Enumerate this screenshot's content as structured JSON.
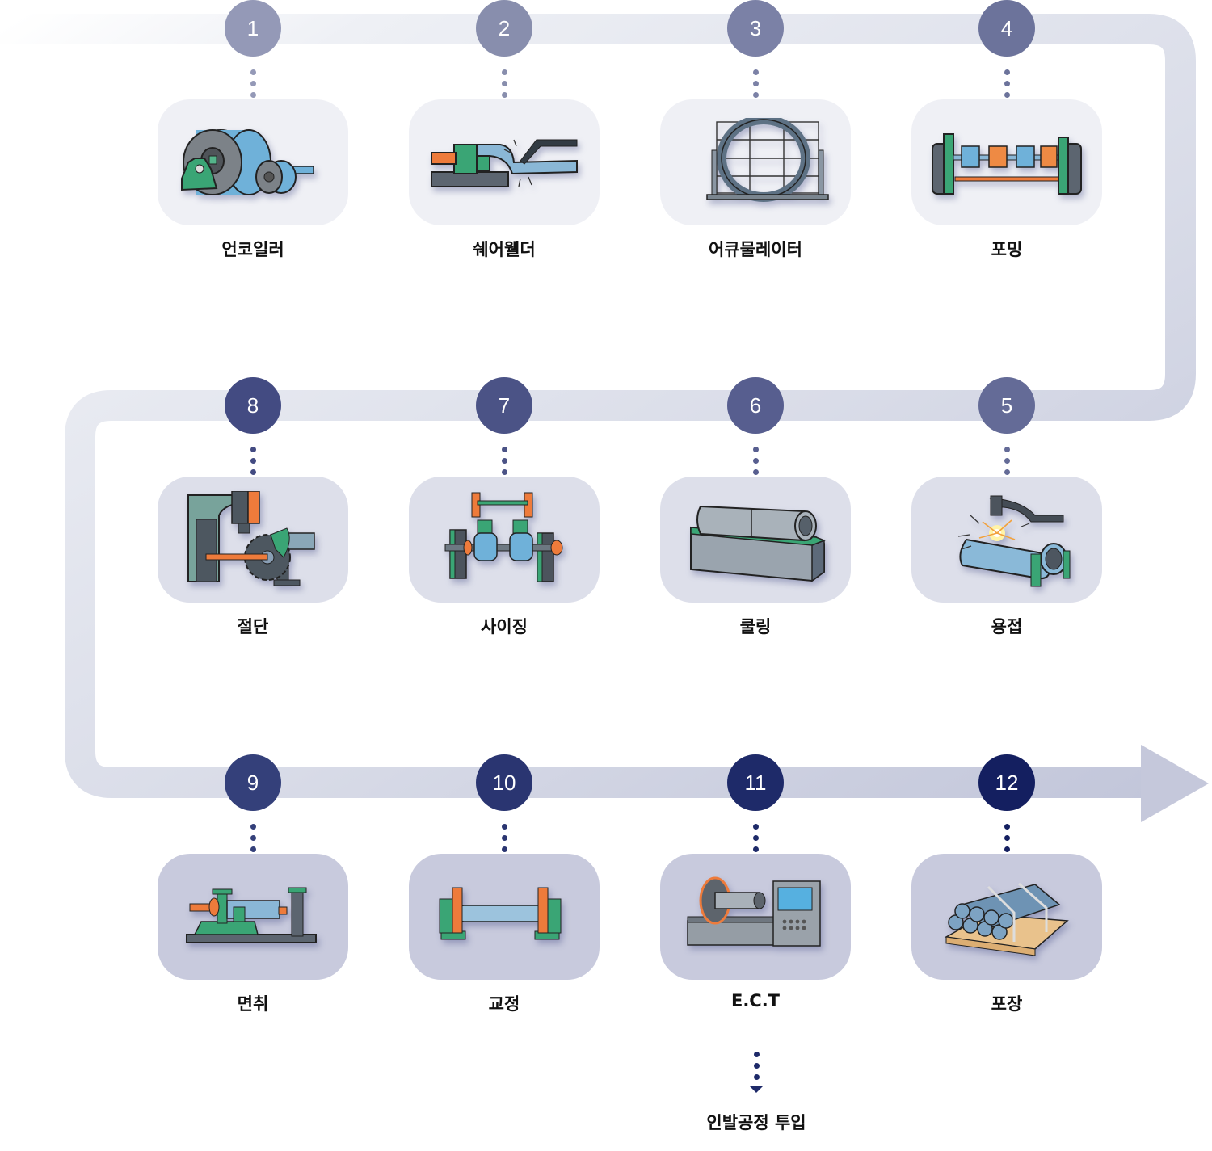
{
  "diagram": {
    "title": "",
    "colors": {
      "track_light": "#f3f4f8",
      "track_mid": "#dcdfe9",
      "track_dark": "#c5c9dd",
      "card_row1": "#eff0f5",
      "card_row2": "#dddfea",
      "card_row3": "#c8cadd"
    },
    "steps": [
      {
        "number": "1",
        "label": "언코일러",
        "icon": "uncoiler-icon",
        "circle_color": "#9499b7"
      },
      {
        "number": "2",
        "label": "쉐어웰더",
        "icon": "shear-welder-icon",
        "circle_color": "#888ead"
      },
      {
        "number": "3",
        "label": "어큐물레이터",
        "icon": "accumulator-icon",
        "circle_color": "#7b81a6"
      },
      {
        "number": "4",
        "label": "포밍",
        "icon": "forming-icon",
        "circle_color": "#6c739b"
      },
      {
        "number": "5",
        "label": "용접",
        "icon": "welding-icon",
        "circle_color": "#646b97"
      },
      {
        "number": "6",
        "label": "쿨링",
        "icon": "cooling-icon",
        "circle_color": "#575e8f"
      },
      {
        "number": "7",
        "label": "사이징",
        "icon": "sizing-icon",
        "circle_color": "#4b5386"
      },
      {
        "number": "8",
        "label": "절단",
        "icon": "cutting-icon",
        "circle_color": "#434b82"
      },
      {
        "number": "9",
        "label": "면취",
        "icon": "chamfering-icon",
        "circle_color": "#34407a"
      },
      {
        "number": "10",
        "label": "교정",
        "icon": "straightening-icon",
        "circle_color": "#2a3571"
      },
      {
        "number": "11",
        "label": "E.C.T",
        "icon": "ect-icon",
        "circle_color": "#1e2a69"
      },
      {
        "number": "12",
        "label": "포장",
        "icon": "packing-icon",
        "circle_color": "#141f60"
      }
    ],
    "final": {
      "label": "인발공정 투입",
      "color": "#1e2a69"
    }
  }
}
